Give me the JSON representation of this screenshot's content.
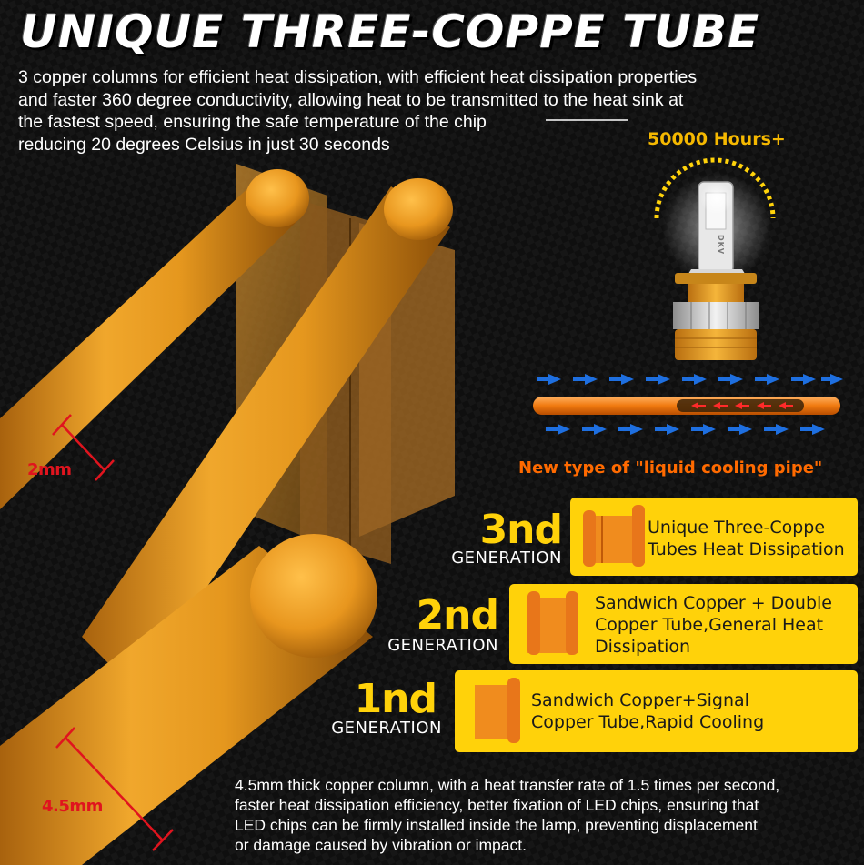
{
  "title": "UNIQUE THREE-COPPE TUBE",
  "intro_lines": [
    "3 copper columns for efficient heat dissipation, with efficient heat dissipation properties",
    "and faster 360 degree conductivity, allowing heat to be transmitted to the heat sink at",
    "the fastest speed, ensuring the safe temperature of the chip",
    "reducing 20 degrees Celsius in just 30 seconds"
  ],
  "lifespan_label": "50000 Hours+",
  "bulb_brand": "DKV",
  "liquid_pipe_label": "New type of \"liquid cooling pipe\"",
  "generations": [
    {
      "number": "3nd",
      "word": "GENERATION",
      "description_lines": [
        "Unique Three-Coppe",
        "Tubes Heat Dissipation"
      ]
    },
    {
      "number": "2nd",
      "word": "GENERATION",
      "description_lines": [
        "Sandwich Copper + Double",
        "Copper Tube,General Heat",
        "Dissipation"
      ]
    },
    {
      "number": "1nd",
      "word": "GENERATION",
      "description_lines": [
        "Sandwich Copper+Signal",
        "Copper Tube,Rapid Cooling"
      ]
    }
  ],
  "dimensions": {
    "thin": "2mm",
    "thick": "4.5mm"
  },
  "footer_lines": [
    "4.5mm thick copper column, with a heat transfer rate of 1.5 times per second,",
    "faster heat dissipation efficiency, better fixation of LED chips, ensuring that",
    "LED chips can be firmly installed inside the lamp, preventing displacement",
    "or damage caused by vibration or impact."
  ],
  "colors": {
    "background": "#141414",
    "accent_yellow": "#ffd20a",
    "copper": "#e8961e",
    "orange_label": "#ff6a00",
    "dimension_red": "#e0141e",
    "flow_blue": "#1e6fe0"
  }
}
